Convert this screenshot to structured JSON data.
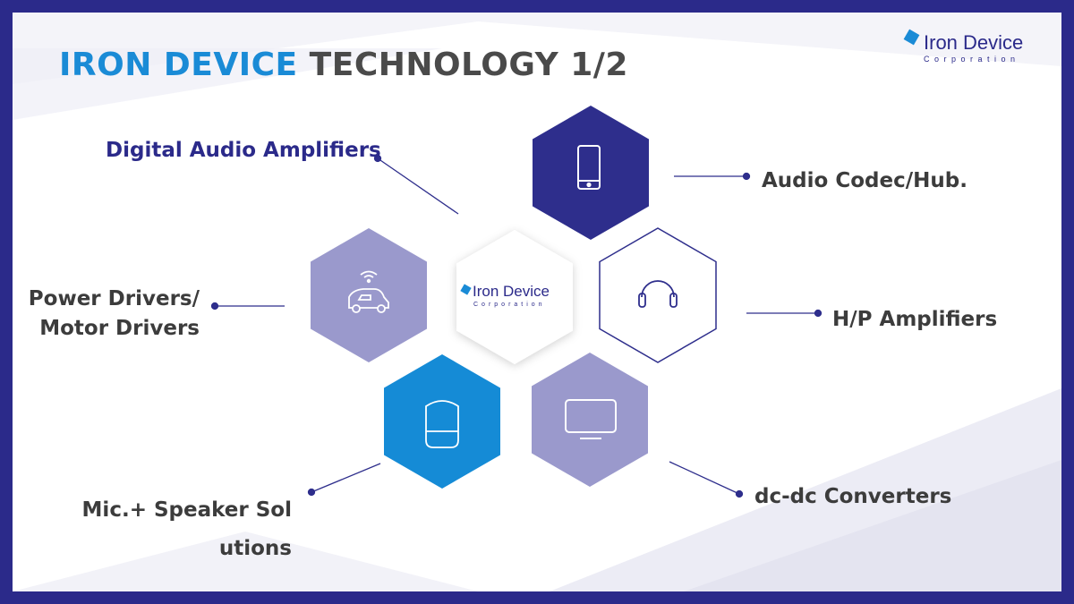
{
  "title": {
    "part1": "IRON DEVICE",
    "part2": "TECHNOLOGY 1/2"
  },
  "logo": {
    "main": "Iron Device",
    "sub": "Corporation"
  },
  "center_logo": {
    "main": "Iron Device",
    "sub": "Corporation"
  },
  "labels": {
    "digital_audio": "Digital Audio Amplifiers",
    "audio_codec": "Audio Codec/Hub.",
    "power_drivers_line1": "Power Drivers/",
    "power_drivers_line2": "Motor Drivers",
    "hp_amplifiers": "H/P Amplifiers",
    "mic_speaker_line1": "Mic.+ Speaker Sol",
    "mic_speaker_line2": "utions",
    "dcdc": "dc-dc Converters"
  },
  "icons": {
    "hex_top": "smartphone-icon",
    "hex_left": "connected-car-icon",
    "hex_right": "headphones-icon",
    "hex_bottom_left": "smart-speaker-icon",
    "hex_bottom_right": "monitor-icon"
  },
  "colors": {
    "frame": "#2b2a8a",
    "title_accent": "#1a8bd6",
    "title_dark": "#4a4a4a",
    "hex_navy": "#2e2e8c",
    "hex_lavender": "#9a99cc",
    "hex_blue": "#158bd6",
    "label_accent": "#2b2a8a",
    "label_text": "#3c3c3c"
  }
}
